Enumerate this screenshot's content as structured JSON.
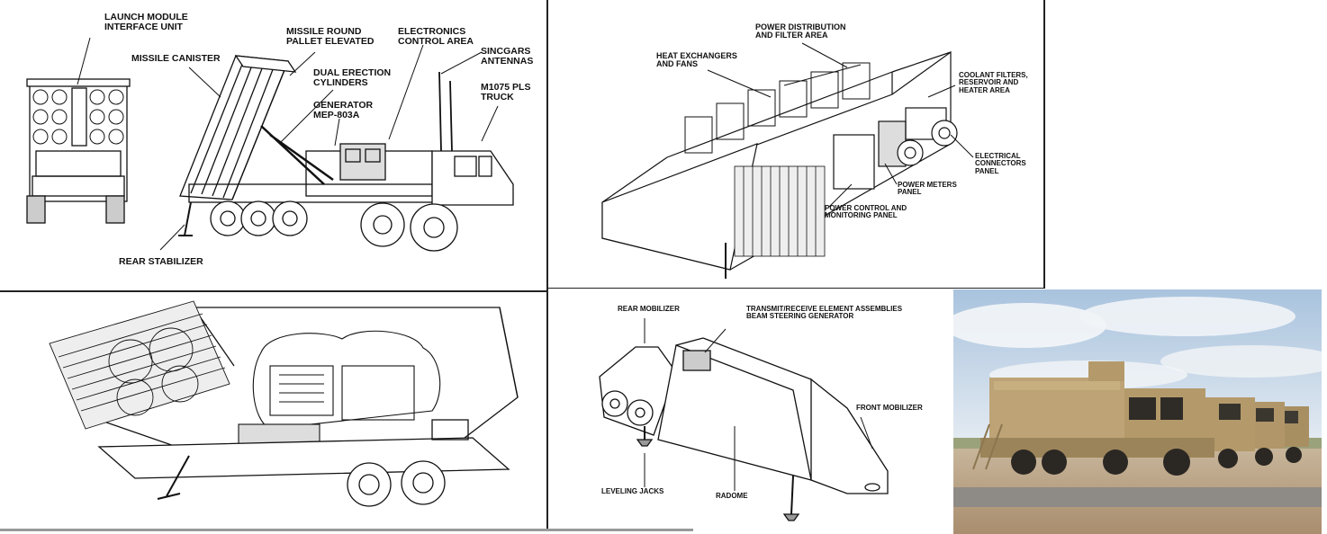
{
  "panels": {
    "launcher": {
      "labels": {
        "lmiu": "LAUNCH MODULE\nINTERFACE UNIT",
        "canister": "MISSILE CANISTER",
        "pallet": "MISSILE ROUND\nPALLET ELEVATED",
        "electronics": "ELECTRONICS\nCONTROL AREA",
        "sincgars": "SINCGARS\nANTENNAS",
        "erection": "DUAL ERECTION\nCYLINDERS",
        "generator": "GENERATOR\nMEP-803A",
        "truck": "M1075 PLS\nTRUCK",
        "stabilizer": "REAR STABILIZER"
      }
    },
    "ecs": {
      "labels": {
        "power_dist": "POWER DISTRIBUTION\nAND FILTER AREA",
        "heat": "HEAT EXCHANGERS\nAND FANS",
        "coolant": "COOLANT FILTERS,\nRESERVOIR AND\nHEATER AREA",
        "electrical": "ELECTRICAL\nCONNECTORS\nPANEL",
        "meters": "POWER METERS\nPANEL",
        "control": "POWER CONTROL AND\nMONITORING PANEL"
      }
    },
    "radar": {
      "labels": {
        "rear": "REAR MOBILIZER",
        "tr": "TRANSMIT/RECEIVE ELEMENT ASSEMBLIES\nBEAM STEERING GENERATOR",
        "front": "FRONT MOBILIZER",
        "jacks": "LEVELING JACKS",
        "radome": "RADOME"
      }
    }
  },
  "colors": {
    "ink": "#111111",
    "sand": "#b49a6a",
    "sky": "#c9d9ea",
    "ground": "#b8a084"
  }
}
